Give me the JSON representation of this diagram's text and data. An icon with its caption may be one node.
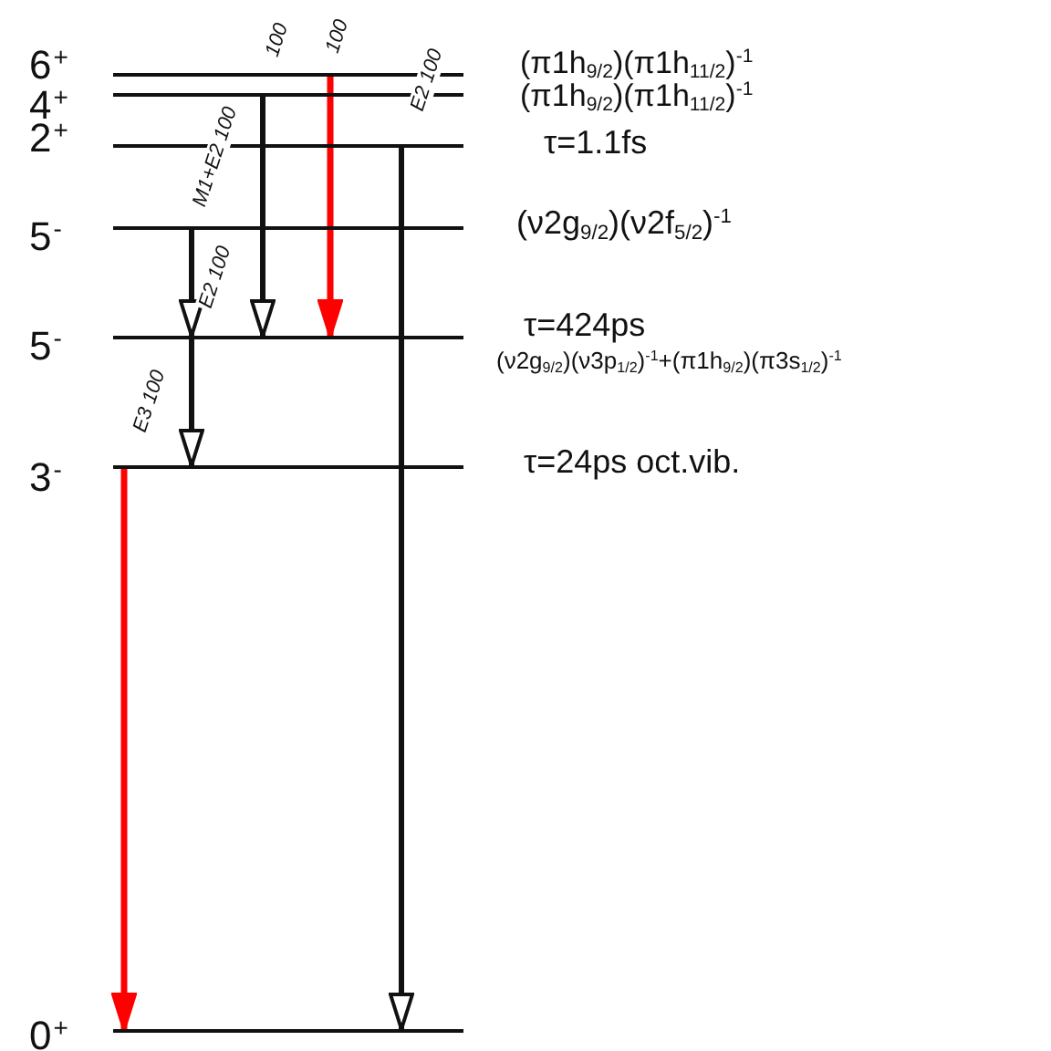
{
  "diagram": {
    "nodes": [
      {
        "text": [
          "6$^{+}$"
        ],
        "beside": [
          "(π1h$_{9/2}$)(π1h$_{11/2}$)$^{-1}$"
        ]
      },
      {
        "text": [
          "4$^{+}$"
        ],
        "beside": [
          "(π1h$_{9/2}$)(π1h$_{11/2}$)$^{-1}$"
        ]
      },
      {
        "text": [
          "2$^{+}$"
        ],
        "beside": [
          "τ=1.1fs"
        ]
      },
      {
        "text": [
          "5$^{-}$"
        ],
        "beside": [
          "(ν2g$_{9/2}$)(ν2f$_{5/2}$)$^{-1}$"
        ]
      },
      {
        "text": [
          "5$^{-}$"
        ],
        "beside": [
          "τ=424ps",
          "(ν2g$_{9/2}$)(ν3p$_{1/2}$)$^{-1}$+(π1h$_{9/2}$)(π3s$_{1/2}$)$^{-1}$"
        ]
      },
      {
        "text": [
          "3$^{-}$"
        ],
        "beside": [
          "τ=24ps oct.vib."
        ]
      },
      {
        "text": [
          "0$^{+}$"
        ]
      }
    ],
    "edges": [
      {
        "from": 0,
        "to": 4,
        "arrow": "to",
        "label": "100",
        "color": "#ff0000"
      },
      {
        "from": 1,
        "to": 4,
        "arrow": "to",
        "label": "100"
      },
      {
        "from": 2,
        "to": 6,
        "arrow": "to",
        "label": "E2 100"
      },
      {
        "from": 3,
        "to": 4,
        "arrow": "to",
        "label": "M1+E2 100"
      },
      {
        "from": 4,
        "to": 5,
        "arrow": "to",
        "label": "E2 100"
      },
      {
        "from": 5,
        "to": 6,
        "arrow": "to",
        "label": "E3 100",
        "color": "#ff0000"
      }
    ]
  }
}
